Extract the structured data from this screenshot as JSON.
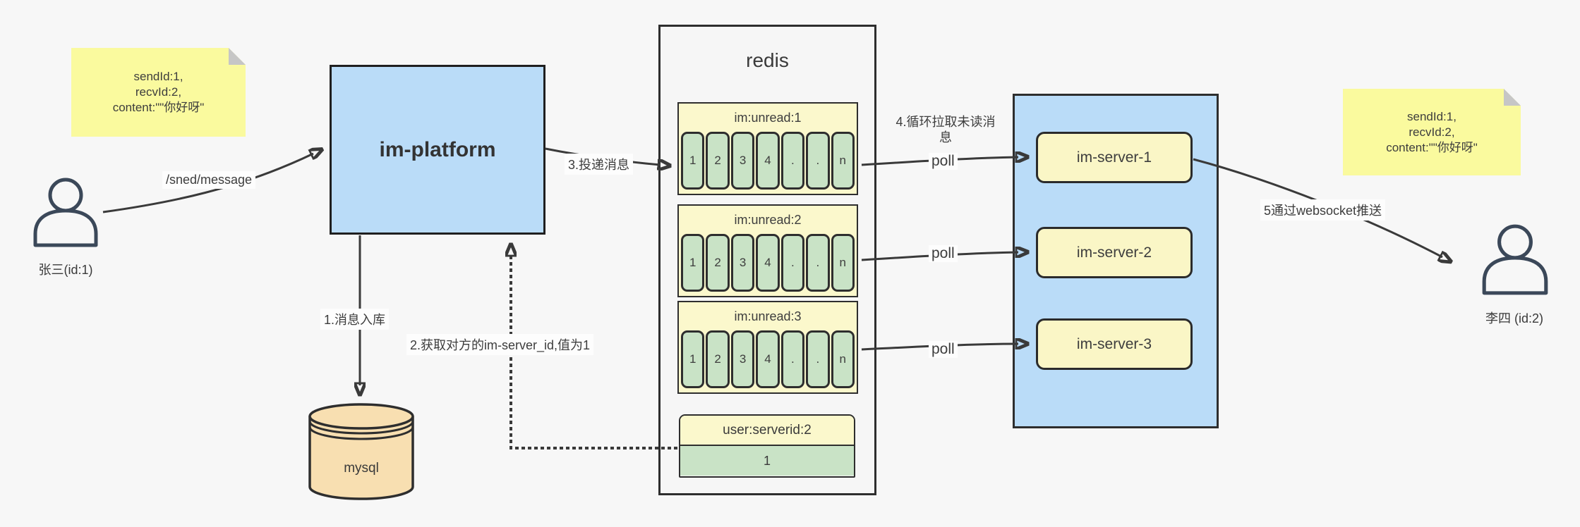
{
  "colors": {
    "bg": "#f7f7f7",
    "note": "#fafa9e",
    "fold": "#c6c6c6",
    "blue": "#badcf8",
    "panel": "#f6f6f6",
    "qyellow": "#fbf8cc",
    "green": "#c9e3c6",
    "syellow": "#faf6c6",
    "mysql": "#f8dfb1",
    "person": "#3b4859"
  },
  "notes": {
    "left": {
      "lines": [
        "sendId:1,",
        "recvId:2,",
        "content:\"\"你好呀\""
      ]
    },
    "right": {
      "lines": [
        "sendId:1,",
        "recvId:2,",
        "content:\"\"你好呀\""
      ]
    }
  },
  "actors": {
    "sender": {
      "label": "张三(id:1)"
    },
    "receiver": {
      "label": "李四 (id:2)"
    }
  },
  "platform": {
    "label": "im-platform"
  },
  "mysql": {
    "label": "mysql"
  },
  "redis": {
    "title": "redis",
    "queues": [
      {
        "header": "im:unread:1",
        "cells": [
          "1",
          "2",
          "3",
          "4",
          ".",
          ".",
          "n"
        ]
      },
      {
        "header": "im:unread:2",
        "cells": [
          "1",
          "2",
          "3",
          "4",
          ".",
          ".",
          "n"
        ]
      },
      {
        "header": "im:unread:3",
        "cells": [
          "1",
          "2",
          "3",
          "4",
          ".",
          ".",
          "n"
        ]
      }
    ],
    "kv": {
      "header": "user:serverid:2",
      "value": "1"
    }
  },
  "servers": {
    "items": [
      {
        "label": "im-server-1"
      },
      {
        "label": "im-server-2"
      },
      {
        "label": "im-server-3"
      }
    ]
  },
  "edges": {
    "send_message": "/sned/message",
    "step1": "1.消息入库",
    "step2": "2.获取对方的im-server_id,值为1",
    "step3": "3.投递消息",
    "step4": "4.循环拉取未读消息",
    "poll": "poll",
    "step5": "5通过websocket推送"
  }
}
